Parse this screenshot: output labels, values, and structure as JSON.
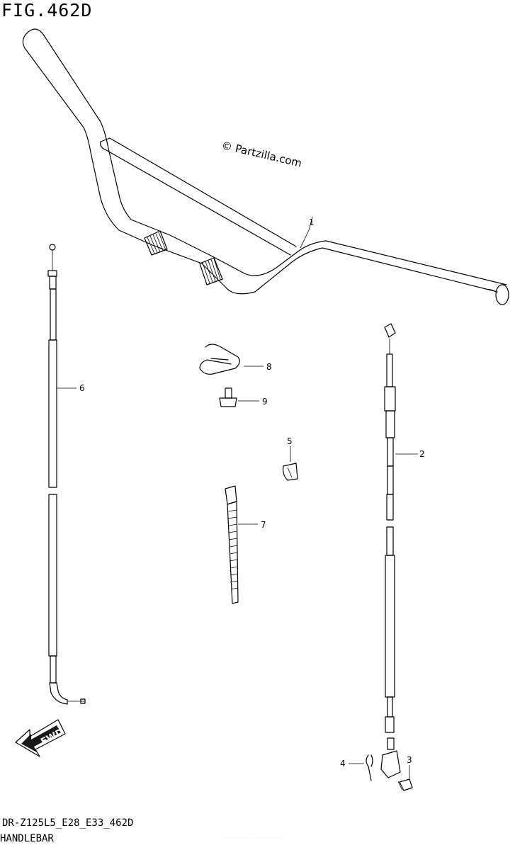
{
  "figure": {
    "title": "FIG.462D",
    "model_code": "DR-Z125L5_E28_E33_462D",
    "section_name": "HANDLEBAR",
    "watermark": "© Partzilla.com",
    "direction_label": "FWD"
  },
  "callouts": [
    "1",
    "2",
    "3",
    "4",
    "5",
    "6",
    "7",
    "8",
    "9"
  ],
  "icons": {
    "direction_arrow": "fwd-arrow-icon"
  }
}
